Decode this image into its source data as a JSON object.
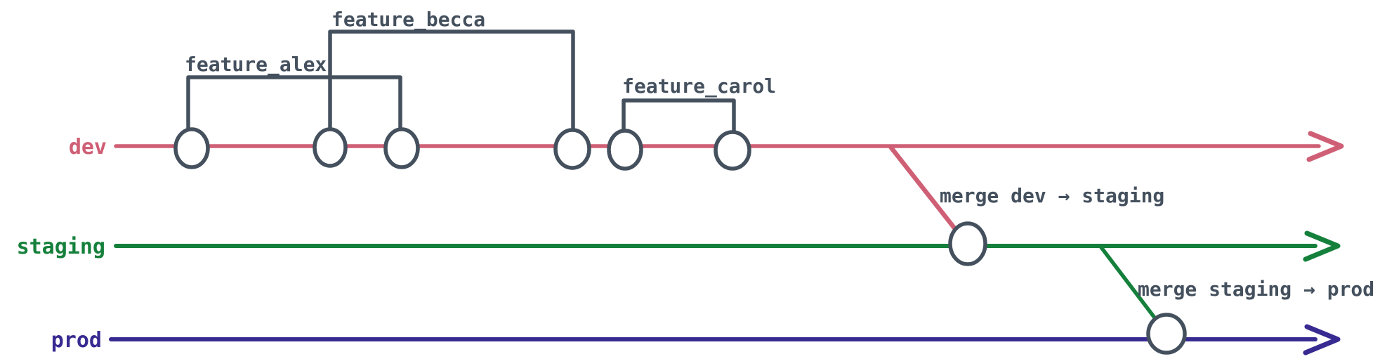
{
  "diagram": {
    "kind": "git-branching-flow",
    "commit_counts": {
      "dev": 6,
      "staging": 1,
      "prod": 1
    }
  },
  "colors": {
    "dev": "#cf5f75",
    "staging": "#15803b",
    "prod": "#372a91",
    "ink": "#44505d",
    "commit_fill": "#ffffff",
    "background": "#ffffff"
  },
  "branches": {
    "dev": {
      "label": "dev"
    },
    "staging": {
      "label": "staging"
    },
    "prod": {
      "label": "prod"
    }
  },
  "features": {
    "alex": {
      "label": "feature_alex"
    },
    "becca": {
      "label": "feature_becca"
    },
    "carol": {
      "label": "feature_carol"
    }
  },
  "merges": {
    "dev_to_staging": {
      "label": "merge dev → staging"
    },
    "staging_to_prod": {
      "label": "merge staging → prod"
    }
  }
}
